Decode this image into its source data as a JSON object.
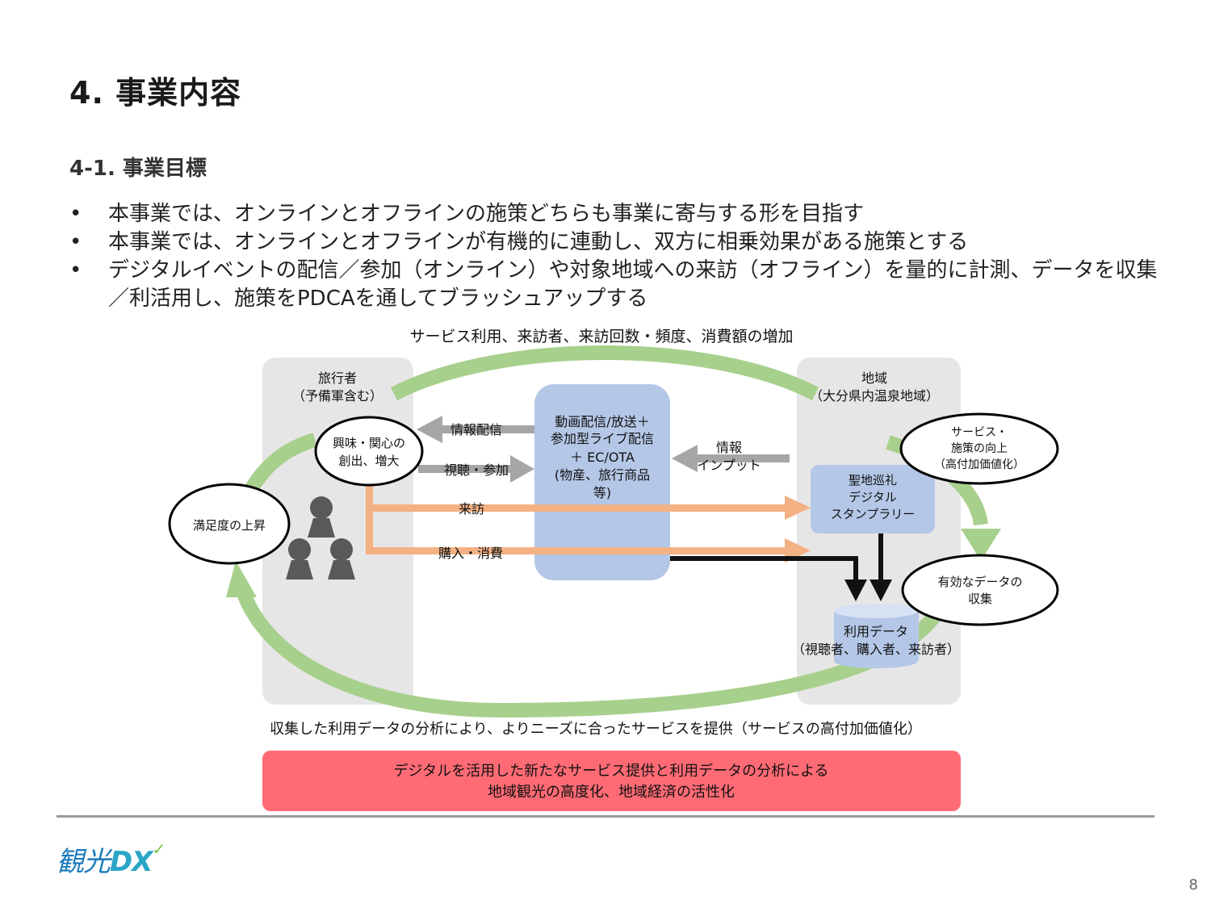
{
  "page": {
    "title": "4. 事業内容",
    "subtitle": "4-1. 事業目標",
    "bullets": [
      "本事業では、オンラインとオフラインの施策どちらも事業に寄与する形を目指す",
      "本事業では、オンラインとオフラインが有機的に連動し、双方に相乗効果がある施策とする",
      "デジタルイベントの配信／参加（オンライン）や対象地域への来訪（オフライン）を量的に計測、データを収集／利活用し、施策をPDCAを通してブラッシュアップする"
    ],
    "page_number": "8"
  },
  "diagram": {
    "top_caption": "サービス利用、来訪者、来訪回数・頻度、消費額の増加",
    "traveler_title_1": "旅行者",
    "traveler_title_2": "（予備軍含む）",
    "interest_1": "興味・関心の",
    "interest_2": "創出、増大",
    "satisfaction": "満足度の上昇",
    "center_lines": [
      "動画配信/放送＋",
      "参加型ライブ配信",
      "＋ EC/OTA",
      "(物産、旅行商品",
      "等)"
    ],
    "info_delivery": "情報配信",
    "view_participate": "視聴・参加",
    "visit": "来訪",
    "purchase": "購入・消費",
    "info_input_1": "情報",
    "info_input_2": "インプット",
    "region_title_1": "地域",
    "region_title_2": "（大分県内温泉地域）",
    "service_1": "サービス・",
    "service_2": "施策の向上",
    "service_3": "（高付加価値化）",
    "stamp_1": "聖地巡礼",
    "stamp_2": "デジタル",
    "stamp_3": "スタンプラリー",
    "effective_1": "有効なデータの",
    "effective_2": "収集",
    "usage_data_1": "利用データ",
    "usage_data_2": "（視聴者、購入者、来訪者）",
    "bottom_caption": "収集した利用データの分析により、よりニーズに合ったサービスを提供（サービスの高付加価値化）",
    "banner_1": "デジタルを活用した新たなサービス提供と利用データの分析による",
    "banner_2": "地域観光の高度化、地域経済の活性化"
  },
  "colors": {
    "green_loop": "#a8d08d",
    "orange_arrow": "#f4b183",
    "gray_arrow": "#a6a6a6",
    "blue_box": "#b4c7e7",
    "panel_gray": "#e7e6e6",
    "banner_red": "#ff6b75",
    "logo_blue": "#1a7bbd"
  },
  "icons": {
    "people": "person-silhouette-icon"
  },
  "logo": {
    "text_jp": "観光",
    "text_dx": "DX"
  }
}
